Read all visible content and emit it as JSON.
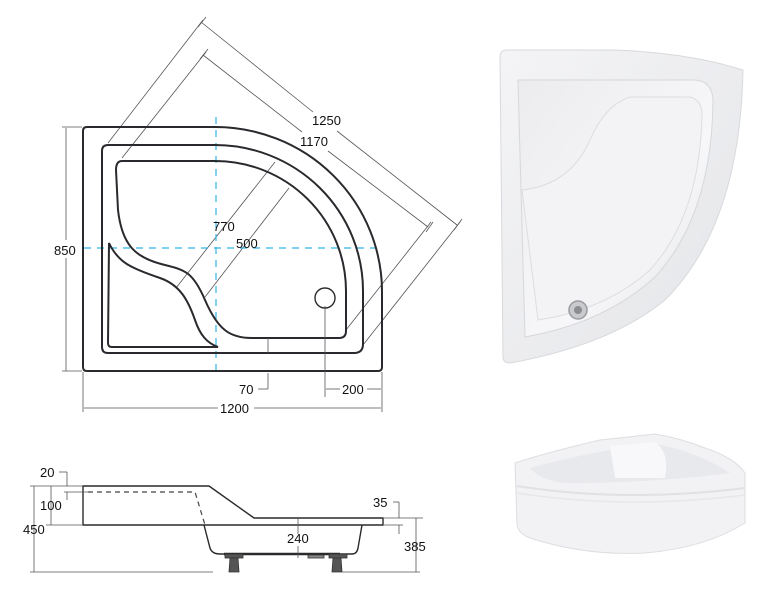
{
  "plan_view": {
    "dimensions": {
      "overall_diagonal": "1250",
      "inner_diagonal": "1170",
      "seat_to_arc": "770",
      "basin_diagonal": "500",
      "depth": "850",
      "rim_offset": "70",
      "drain_offset": "200",
      "width": "1200"
    },
    "colors": {
      "outline": "#2a2a2e",
      "dim_line": "#555555",
      "center_line": "#33b5e5"
    }
  },
  "side_view": {
    "dimensions": {
      "seat_top_rim": "20",
      "seat_height": "100",
      "total_height": "450",
      "rim_thickness": "35",
      "basin_depth": "240",
      "tray_height": "385"
    }
  },
  "photos": {
    "top_view": {
      "label": "shower-tray-top-photo"
    },
    "front_view": {
      "label": "shower-tray-panel-photo"
    }
  }
}
